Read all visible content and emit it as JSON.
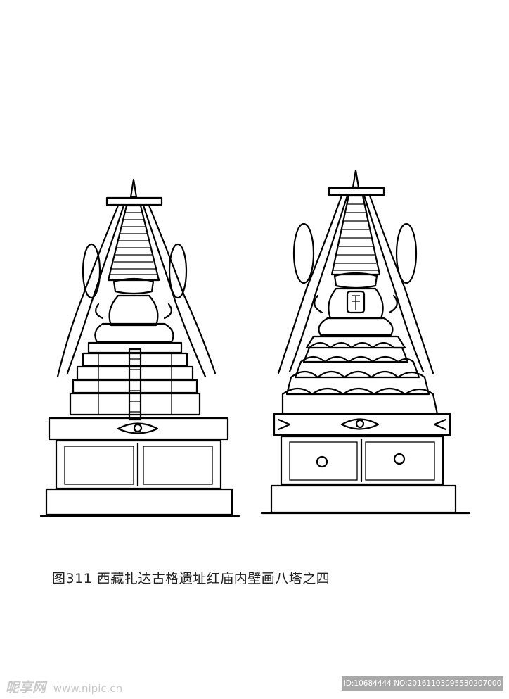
{
  "caption": "图311  西藏扎达古格遗址红庙内壁画八塔之四",
  "watermark": {
    "logo": "昵享网",
    "site": "www.nipic.cn"
  },
  "image_id": "ID:10684444 NO:20161103095530207000",
  "illustration": {
    "left_stupa": "stupa-drawing-left",
    "right_stupa": "stupa-drawing-right"
  }
}
